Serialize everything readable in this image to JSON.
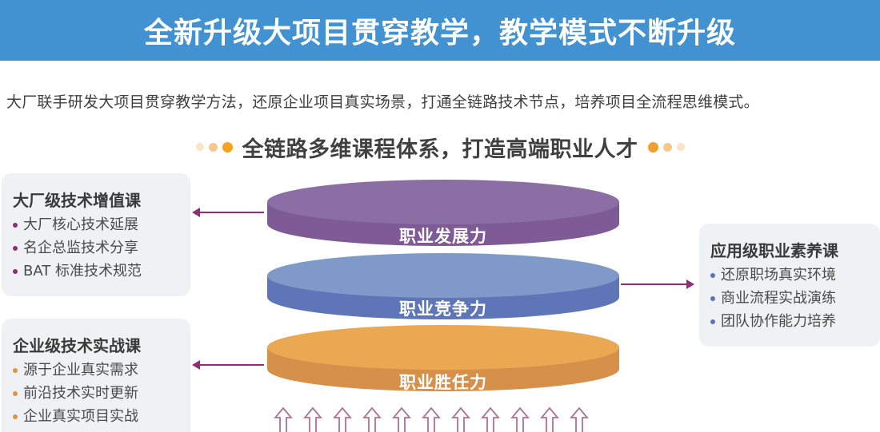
{
  "banner": {
    "title": "全新升级大项目贯穿教学，教学模式不断升级",
    "background": "#4292d2"
  },
  "intro": {
    "text": "大厂联手研发大项目贯穿教学方法，还原企业项目真实场景，打通全链路技术节点，培养项目全流程思维模式。"
  },
  "subtitle": {
    "text": "全链路多维课程体系，打造高端职业人才",
    "dots_left": [
      "#fbe3c6",
      "#f6c68a",
      "#f5a21f"
    ],
    "dots_right": [
      "#f0a030",
      "#f6c68a",
      "#fbe3c6"
    ]
  },
  "cards": {
    "top_left": {
      "title": "大厂级技术增值课",
      "bullet_color": "#8e2d7b",
      "items": [
        "大厂核心技术延展",
        "名企总监技术分享",
        "BAT 标准技术规范"
      ]
    },
    "bottom_left": {
      "title": "企业级技术实战课",
      "bullet_color": "#e0953a",
      "items": [
        "源于企业真实需求",
        "前沿技术实时更新",
        "企业真实项目实战"
      ]
    },
    "right": {
      "title": "应用级职业素养课",
      "bullet_color": "#5a74b8",
      "items": [
        "还原职场真实环境",
        "商业流程实战演练",
        "团队协作能力培养"
      ]
    }
  },
  "disks": [
    {
      "label": "职业发展力",
      "top_color": "#8b6ea3",
      "side_color": "#7e5b96"
    },
    {
      "label": "职业竞争力",
      "top_color": "#7f9ac9",
      "side_color": "#5e76b8"
    },
    {
      "label": "职业胜任力",
      "top_color": "#eba853",
      "side_color": "#d7904a"
    }
  ],
  "arrow_color": "#8e2d7b",
  "up_arrows_count": 11
}
